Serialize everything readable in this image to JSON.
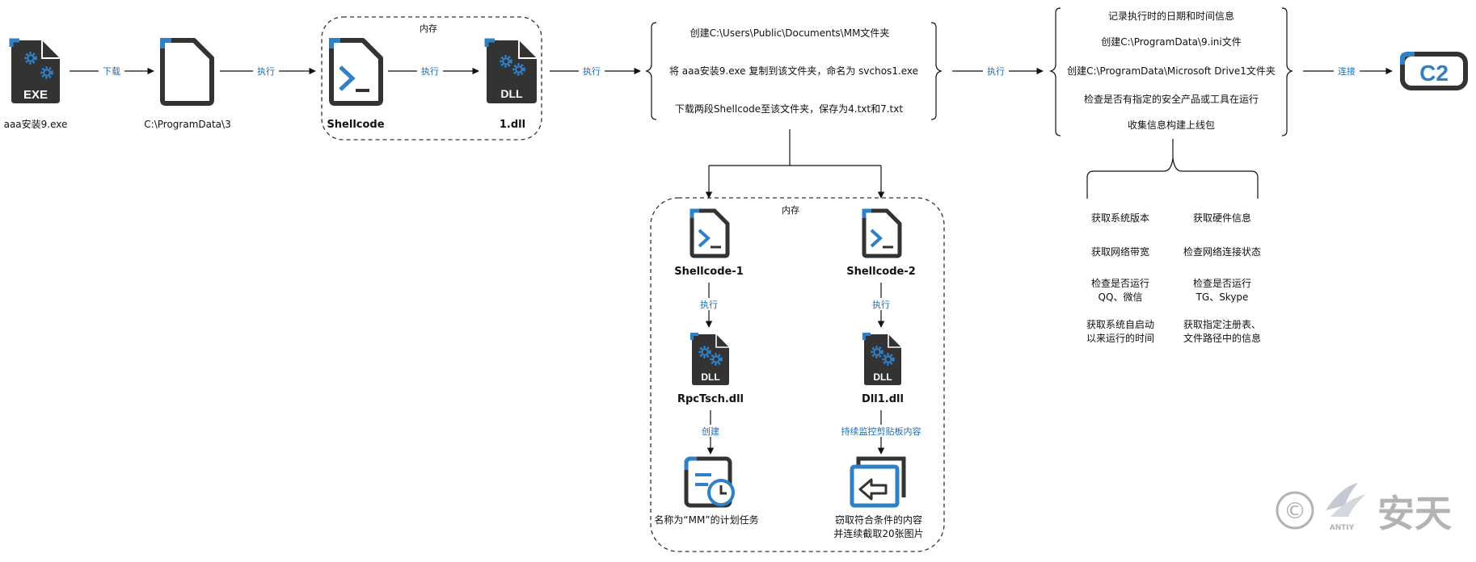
{
  "nodes": {
    "exe_file": {
      "icon_text": "EXE",
      "label": "aaa安装9.exe"
    },
    "programdata_file": {
      "label": "C:\\ProgramData\\3"
    },
    "shellcode": {
      "label": "Shellcode"
    },
    "dll_file": {
      "icon_text": "DLL",
      "label": "1.dll"
    },
    "shellcode1": {
      "label": "Shellcode-1"
    },
    "shellcode2": {
      "label": "Shellcode-2"
    },
    "rpctsch_dll": {
      "icon_text": "DLL",
      "label": "RpcTsch.dll"
    },
    "dll1_dll": {
      "icon_text": "DLL",
      "label": "Dll1.dll"
    },
    "scheduled_task": {
      "label": "名称为“MM”的计划任务"
    },
    "clipboard_theft": {
      "label_lines": [
        "窃取符合条件的内容",
        "并连续截取20张图片"
      ]
    },
    "c2": {
      "icon_text": "C2"
    }
  },
  "groups": {
    "memory_top": {
      "title": "内存"
    },
    "memory_bottom": {
      "title": "内存"
    }
  },
  "edges": {
    "download": "下载",
    "exec1": "执行",
    "exec2": "执行",
    "exec3": "执行",
    "exec4": "执行",
    "connect": "连接",
    "exec_sc1": "执行",
    "exec_sc2": "执行",
    "create": "创建",
    "monitor": "持续监控剪贴板内容"
  },
  "steps_block": {
    "lines": [
      "创建C:\\Users\\Public\\Documents\\MM文件夹",
      "将 aaa安装9.exe 复制到该文件夹，命名为 svchos1.exe",
      "下载两段Shellcode至该文件夹，保存为4.txt和7.txt"
    ]
  },
  "info_block": {
    "lines": [
      "记录执行时的日期和时间信息",
      "创建C:\\ProgramData\\9.ini文件",
      "创建C:\\ProgramData\\Microsoft Drive1文件夹",
      "检查是否有指定的安全产品或工具在运行",
      "收集信息构建上线包"
    ]
  },
  "collect_items": [
    {
      "lines": [
        "获取系统版本"
      ]
    },
    {
      "lines": [
        "获取硬件信息"
      ]
    },
    {
      "lines": [
        "获取网络带宽"
      ]
    },
    {
      "lines": [
        "检查网络连接状态"
      ]
    },
    {
      "lines": [
        "检查是否运行",
        "QQ、微信"
      ]
    },
    {
      "lines": [
        "检查是否运行",
        "TG、Skype"
      ]
    },
    {
      "lines": [
        "获取系统自启动",
        "以来运行的时间"
      ]
    },
    {
      "lines": [
        "获取指定注册表、",
        "文件路径中的信息"
      ]
    }
  ],
  "watermark": {
    "symbol": "©",
    "brand": "安天",
    "small": "ANTIY"
  },
  "colors": {
    "accent": "#2f80c6",
    "icon_dark": "#333333",
    "edge_label": "#1e6db5",
    "watermark": "#9a9a9a"
  }
}
